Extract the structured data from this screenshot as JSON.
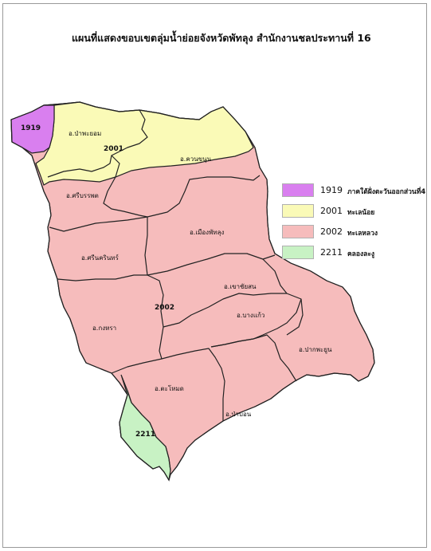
{
  "title": "แผนที่แสดงขอบเขตลุ่มน้ำย่อยจังหวัดพัทลุง สำนักงานชลประทานที่ 16",
  "colors": {
    "basin_1919": "#d97fef",
    "basin_2001": "#fafab7",
    "basin_2002": "#f6bcbc",
    "basin_2211": "#c8f2c4",
    "boundary": "#222222"
  },
  "legend": [
    {
      "code": "1919",
      "name": "ภาคใต้ฝั่งตะวันออกส่วนที่4",
      "color": "#d97fef"
    },
    {
      "code": "2001",
      "name": "ทะเลน้อย",
      "color": "#fafab7"
    },
    {
      "code": "2002",
      "name": "ทะเลหลวง",
      "color": "#f6bcbc"
    },
    {
      "code": "2211",
      "name": "คลองละงู",
      "color": "#c8f2c4"
    }
  ],
  "districts": {
    "pa_phayom": "อ.ป่าพะยอม",
    "khuan_khanun": "อ.ควนขนุน",
    "si_banphot": "อ.ศรีบรรพต",
    "mueang_phatthalung": "อ.เมืองพัทลุง",
    "srinagarindra": "อ.ศรีนครินทร์",
    "khao_chaison": "อ.เขาชัยสน",
    "kong_ra": "อ.กงหรา",
    "bang_kaeo": "อ.บางแก้ว",
    "pak_phayun": "อ.ปากพะยูน",
    "tamot": "อ.ตะโหมด",
    "pa_bon": "อ.ป่าบอน"
  },
  "map_labels": {
    "code_1919": "1919",
    "code_2001": "2001",
    "code_2002": "2002",
    "code_2211": "2211"
  }
}
